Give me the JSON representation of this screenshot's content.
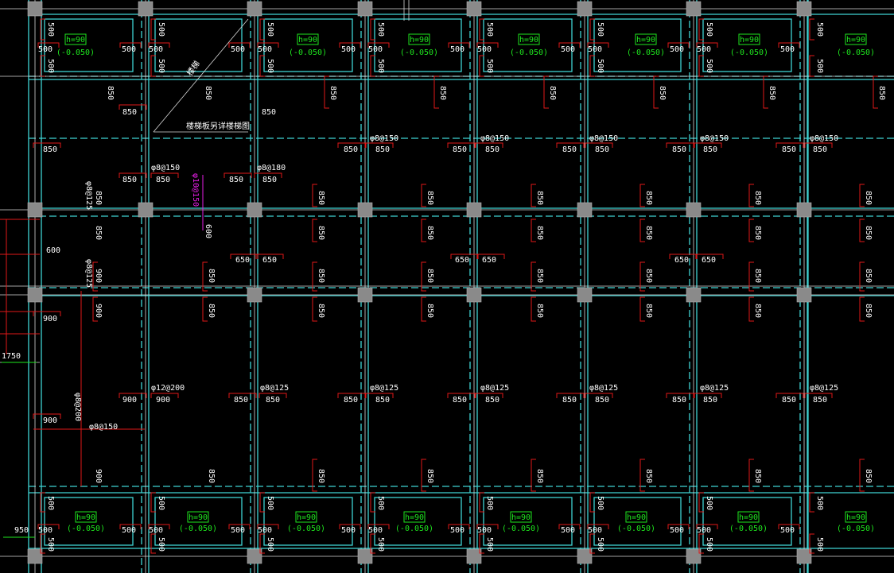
{
  "colors": {
    "background": "#000000",
    "beam": "#3fd3d3",
    "column": "#8a8a8a",
    "rebar": "#e01818",
    "text": "#ffffff",
    "slab_tag": "#1ee61e",
    "highlight": "#e61ee6"
  },
  "slab_tag": {
    "thickness": "h=90",
    "elevation": "(-0.050)"
  },
  "rebar_specs": {
    "s8_150": "φ8@150",
    "s8_180": "φ8@180",
    "s8_125": "φ8@125",
    "s12_200": "φ12@200",
    "s10_150": "φ10@150",
    "s8_200": "φ8@200"
  },
  "dims": {
    "d500": "500",
    "d850": "850",
    "d650": "650",
    "d600": "600",
    "d900": "900",
    "d950": "950",
    "d1750": "1750"
  },
  "notes": {
    "stair_label": "楼梯板另详楼梯图",
    "diag_mark": "楼梯"
  }
}
